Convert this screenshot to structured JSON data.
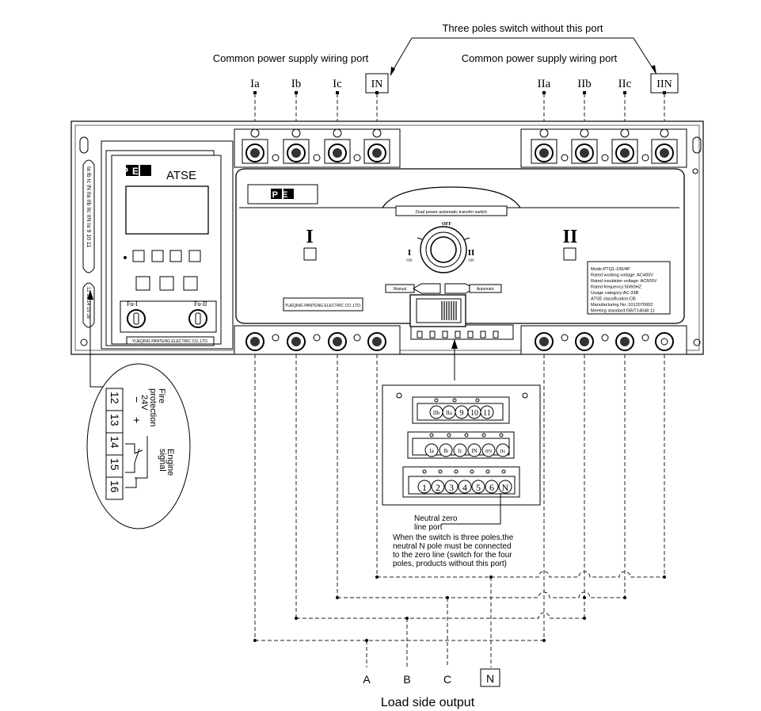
{
  "top": {
    "three_poles_note": "Three poles switch without this port",
    "common_port_left": "Common power supply wiring port",
    "common_port_right": "Common power supply wiring port"
  },
  "terminals_top": [
    "Ia",
    "Ib",
    "Ic",
    "IN",
    "IIa",
    "IIb",
    "IIc",
    "IIN"
  ],
  "controller": {
    "brand": "PE",
    "model": "ATSE",
    "fuse_left": "Fu-I",
    "fuse_right": "Fu-II",
    "side_strip": "Ia Ib Ic IN IIa IIb IIc IIN Ia 9 10 11",
    "side_strip2": "12 13 14 15 16",
    "footer": "YUEQING PANTENG ELECTRIC CO.,LTD."
  },
  "switch": {
    "brand": "PE",
    "title": "Dual power automatic transfer switch",
    "off_label": "OFF",
    "left_roman": "I",
    "right_roman": "II",
    "left_on": "I",
    "right_on": "II",
    "on_word": "ON",
    "manual": "Manual",
    "automatic": "Automatic",
    "company": "YUEQING PANTENG ELECTRIC CO.,LTD.",
    "spec_lines": [
      "Mode:PTQ1-100/4P",
      "Rated working voltage: AC400V",
      "Rated insulation voltage: AC600V",
      "Rated frequency:50/60HZ",
      "Usage category:AC-33B",
      "ATSE classification:CB",
      "Manufacturing No.:1012070002",
      "Meeting standard:GB/T14048.11"
    ]
  },
  "callout": {
    "pins": [
      "12",
      "13",
      "14",
      "15",
      "16"
    ],
    "minus": "−",
    "plus": "+",
    "fire_1": "Fire",
    "fire_2": "protection",
    "fire_3": "24V",
    "engine_1": "Engine",
    "engine_2": "signal"
  },
  "connectors": {
    "row1": [
      "IIb",
      "IIa",
      "9",
      "10",
      "11"
    ],
    "row2": [
      "Ia",
      "Ib",
      "Ic",
      "IN",
      "IIN",
      "IIc"
    ],
    "row3": [
      "1",
      "2",
      "3",
      "4",
      "5",
      "6",
      "N"
    ]
  },
  "notes": {
    "neutral_1": "Neutral zero",
    "neutral_2": "line port",
    "three_pole_1": "When the switch is three poles,the",
    "three_pole_2": "neutral N pole must be connected",
    "three_pole_3": "to the zero line (switch for the four",
    "three_pole_4": "poles, products without this port)"
  },
  "outputs": [
    "A",
    "B",
    "C",
    "N"
  ],
  "output_label": "Load side output"
}
